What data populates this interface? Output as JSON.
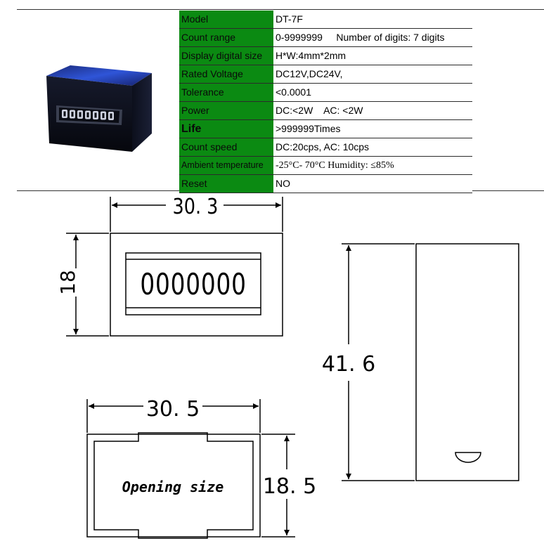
{
  "specs": [
    {
      "label": "Model",
      "value": "DT-7F"
    },
    {
      "label": "Count range",
      "value": "0-9999999     Number of digits: 7 digits"
    },
    {
      "label": "Display digital size",
      "value": "H*W:4mm*2mm"
    },
    {
      "label": "Rated Voltage",
      "value": "DC12V,DC24V,"
    },
    {
      "label": "Tolerance",
      "value": "<0.0001"
    },
    {
      "label": "Power",
      "value": "DC:<2W    AC: <2W"
    },
    {
      "label": "Life",
      "value": ">999999Times"
    },
    {
      "label": "Count speed",
      "value": "DC:20cps,  AC: 10cps"
    },
    {
      "label": "Ambient temperature",
      "value": "-25°C- 70°C  Humidity: ≤85%"
    },
    {
      "label": "Reset",
      "value": "NO"
    }
  ],
  "drawing": {
    "front_width": "30. 3",
    "front_height": "18",
    "display_digits": "0000000",
    "side_depth": "41. 6",
    "cutout_width": "30. 5",
    "cutout_height": "18. 5",
    "cutout_caption": "Opening size"
  },
  "colors": {
    "label_bg": "#0b8a12",
    "device_body": "#0e1530",
    "device_top": "#2440b8"
  }
}
